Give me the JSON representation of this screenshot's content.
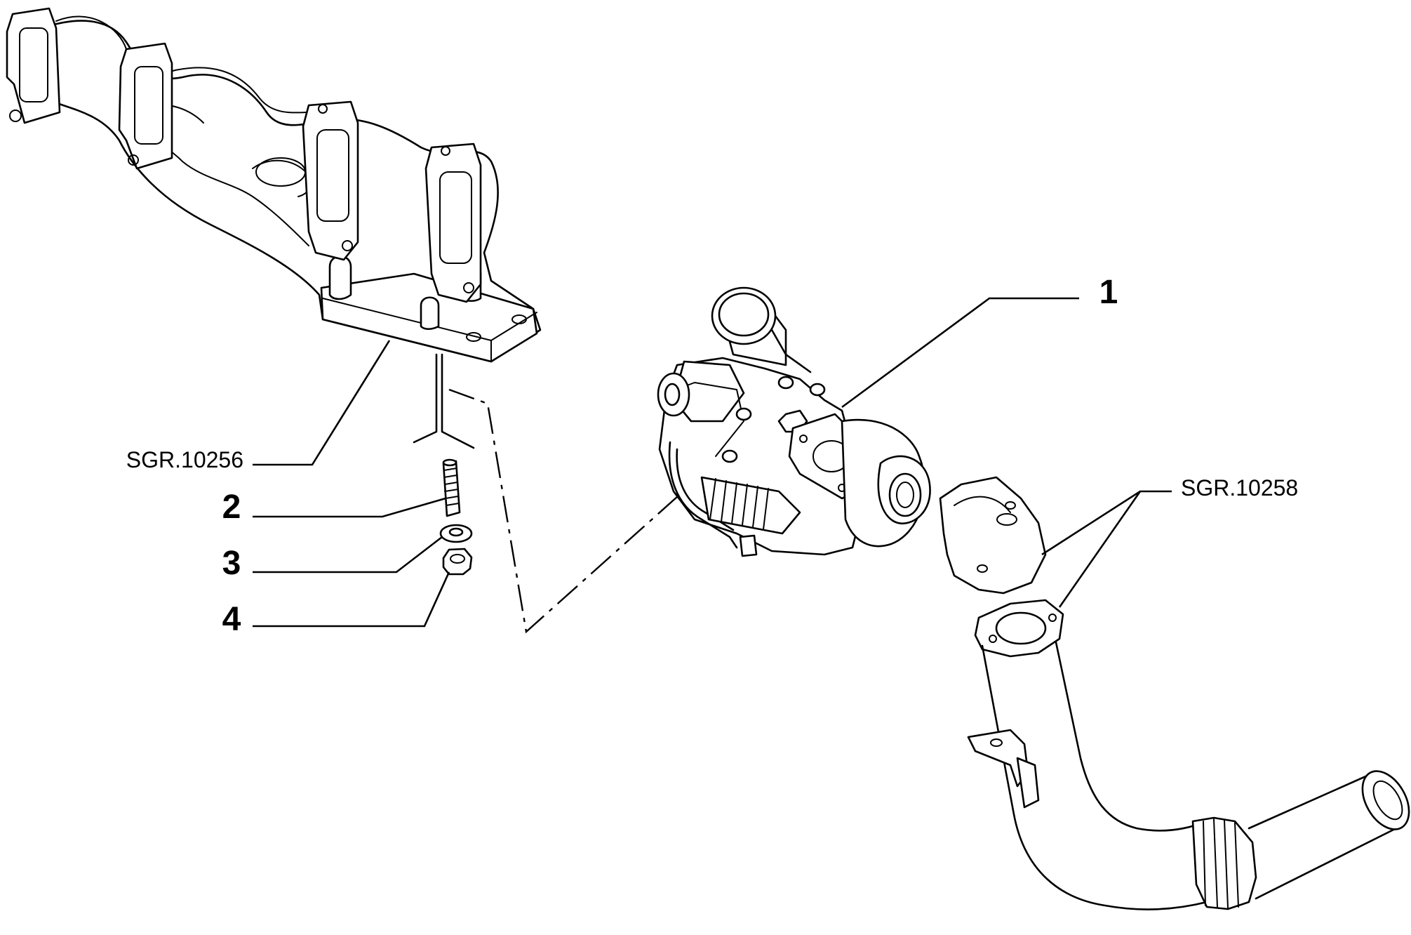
{
  "callouts": {
    "item_1": "1",
    "item_2": "2",
    "item_3": "3",
    "item_4": "4",
    "ref_manifold": "SGR.10256",
    "ref_downpipe": "SGR.10258"
  }
}
